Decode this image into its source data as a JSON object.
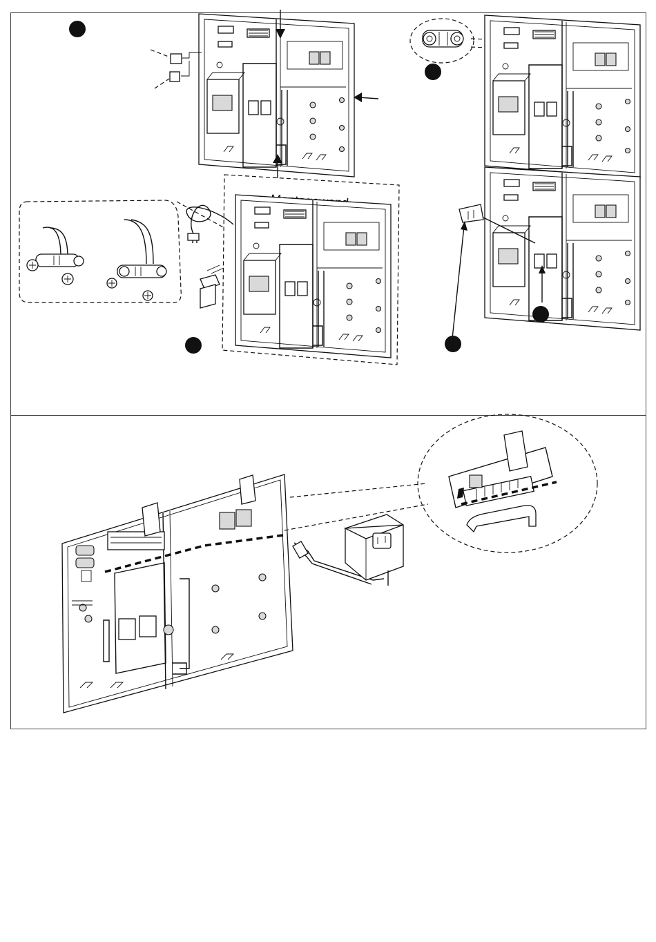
{
  "figure": {
    "wall_label": "Montagewand"
  },
  "steps": [
    {
      "id": "step-1",
      "marker": "filled-circle"
    },
    {
      "id": "step-2",
      "marker": "filled-circle"
    },
    {
      "id": "step-3",
      "marker": "filled-circle"
    },
    {
      "id": "step-4",
      "marker": "filled-circle"
    },
    {
      "id": "step-5",
      "marker": "filled-circle"
    }
  ],
  "icons": [
    "arrow-icon",
    "screw-icon",
    "power-plug-icon",
    "power-adapter-icon",
    "cable-clamp-icon"
  ],
  "colors": {
    "ink": "#111111",
    "background": "#ffffff",
    "panel_border": "#444444"
  }
}
